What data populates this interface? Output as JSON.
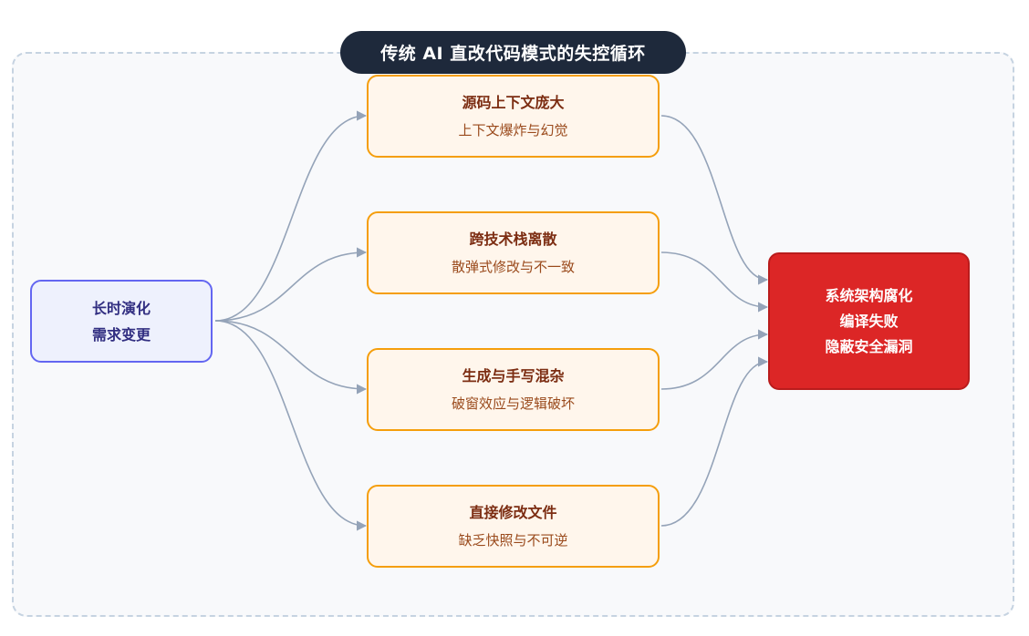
{
  "title": "传统 AI 直改代码模式的失控循环",
  "source": {
    "line1": "长时演化",
    "line2": "需求变更"
  },
  "middle": [
    {
      "title": "源码上下文庞大",
      "subtitle": "上下文爆炸与幻觉"
    },
    {
      "title": "跨技术栈离散",
      "subtitle": "散弹式修改与不一致"
    },
    {
      "title": "生成与手写混杂",
      "subtitle": "破窗效应与逻辑破坏"
    },
    {
      "title": "直接修改文件",
      "subtitle": "缺乏快照与不可逆"
    }
  ],
  "target": {
    "line1": "系统架构腐化",
    "line2": "编译失败",
    "line3": "隐蔽安全漏洞"
  },
  "colors": {
    "edge": "#94a3b8",
    "source_border": "#6366f1",
    "middle_border": "#f59e0b",
    "target_fill": "#dc2626",
    "title_fill": "#1e293b"
  }
}
